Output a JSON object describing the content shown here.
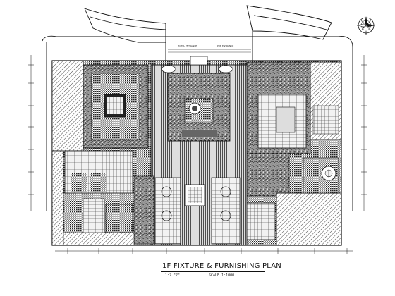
{
  "drawing": {
    "title": "1F FIXTURE & FURNISHING PLAN",
    "scale_left": "1:?  \"?\"",
    "scale_right": "SCALE 1:1000",
    "entrance_label_left": "HOTEL ENTRANCE",
    "entrance_label_right": "PUB ENTRANCE"
  },
  "colors": {
    "ink": "#111111",
    "background": "#ffffff",
    "hatch": "#333333"
  },
  "icons": {
    "north": "north-arrow-compass-icon"
  }
}
